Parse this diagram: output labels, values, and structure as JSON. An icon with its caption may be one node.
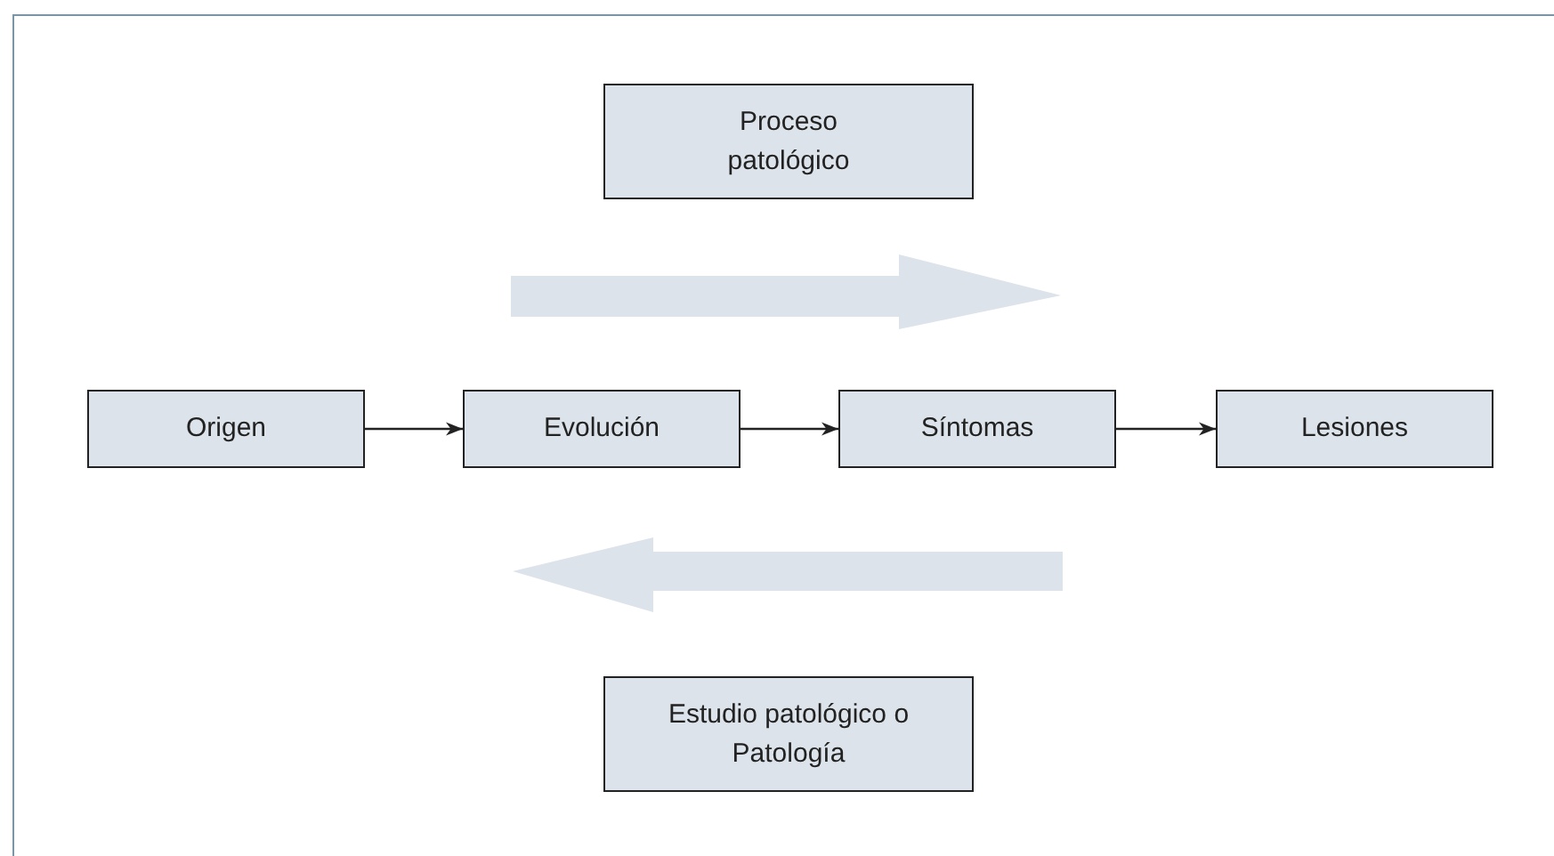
{
  "diagram": {
    "nodes": [
      {
        "text": [
          "Proceso patológico"
        ]
      },
      {
        "text": [
          "Origen"
        ]
      },
      {
        "text": [
          "Evolución"
        ]
      },
      {
        "text": [
          "Síntomas"
        ]
      },
      {
        "text": [
          "Lesiones"
        ]
      },
      {
        "text": [
          "Estudio patológico o Patología"
        ]
      }
    ],
    "edges": [
      {
        "from": 1,
        "to": 2,
        "arrow": "to"
      },
      {
        "from": 2,
        "to": 3,
        "arrow": "to"
      },
      {
        "from": 3,
        "to": 4,
        "arrow": "to"
      }
    ]
  }
}
